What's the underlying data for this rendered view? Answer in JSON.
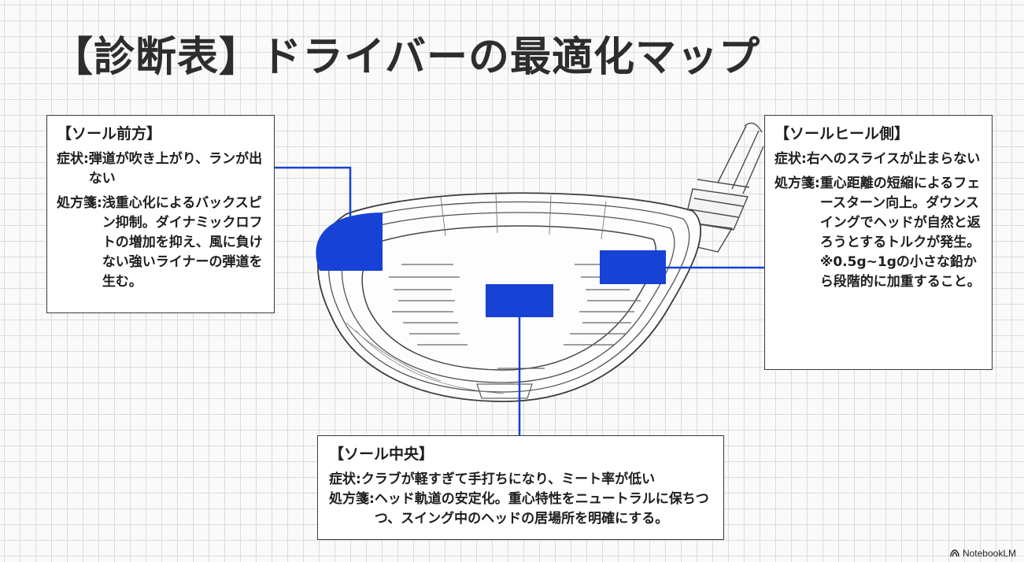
{
  "title": "【診断表】ドライバーの最適化マップ",
  "colors": {
    "accent": "#1742d6",
    "line": "#454545",
    "grid": "#d9dbde"
  },
  "callouts": {
    "front": {
      "heading": "【ソール前方】",
      "symptom_label": "症状:",
      "symptom": "弾道が吹き上がり、ランが出ない",
      "remedy_label": "処方箋:",
      "remedy": "浅重心化によるバックスピン抑制。ダイナミックロフトの増加を抑え、風に負けない強いライナーの弾道を生む。"
    },
    "heel": {
      "heading": "【ソールヒール側】",
      "symptom_label": "症状:",
      "symptom": "右へのスライスが止まらない",
      "remedy_label": "処方箋:",
      "remedy": "重心距離の短縮によるフェースターン向上。ダウンスイングでヘッドが自然と返ろうとするトルクが発生。※0.5g~1gの小さな鉛から段階的に加重すること。"
    },
    "center": {
      "heading": "【ソール中央】",
      "symptom_label": "症状:",
      "symptom": "クラブが軽すぎて手打ちになり、ミート率が低い",
      "remedy_label": "処方箋:",
      "remedy": "ヘッド軌道の安定化。重心特性をニュートラルに保ちつつ、スイング中のヘッドの居場所を明確にする。"
    }
  },
  "brand": {
    "icon": "notebooklm-icon",
    "name": "NotebookLM"
  }
}
